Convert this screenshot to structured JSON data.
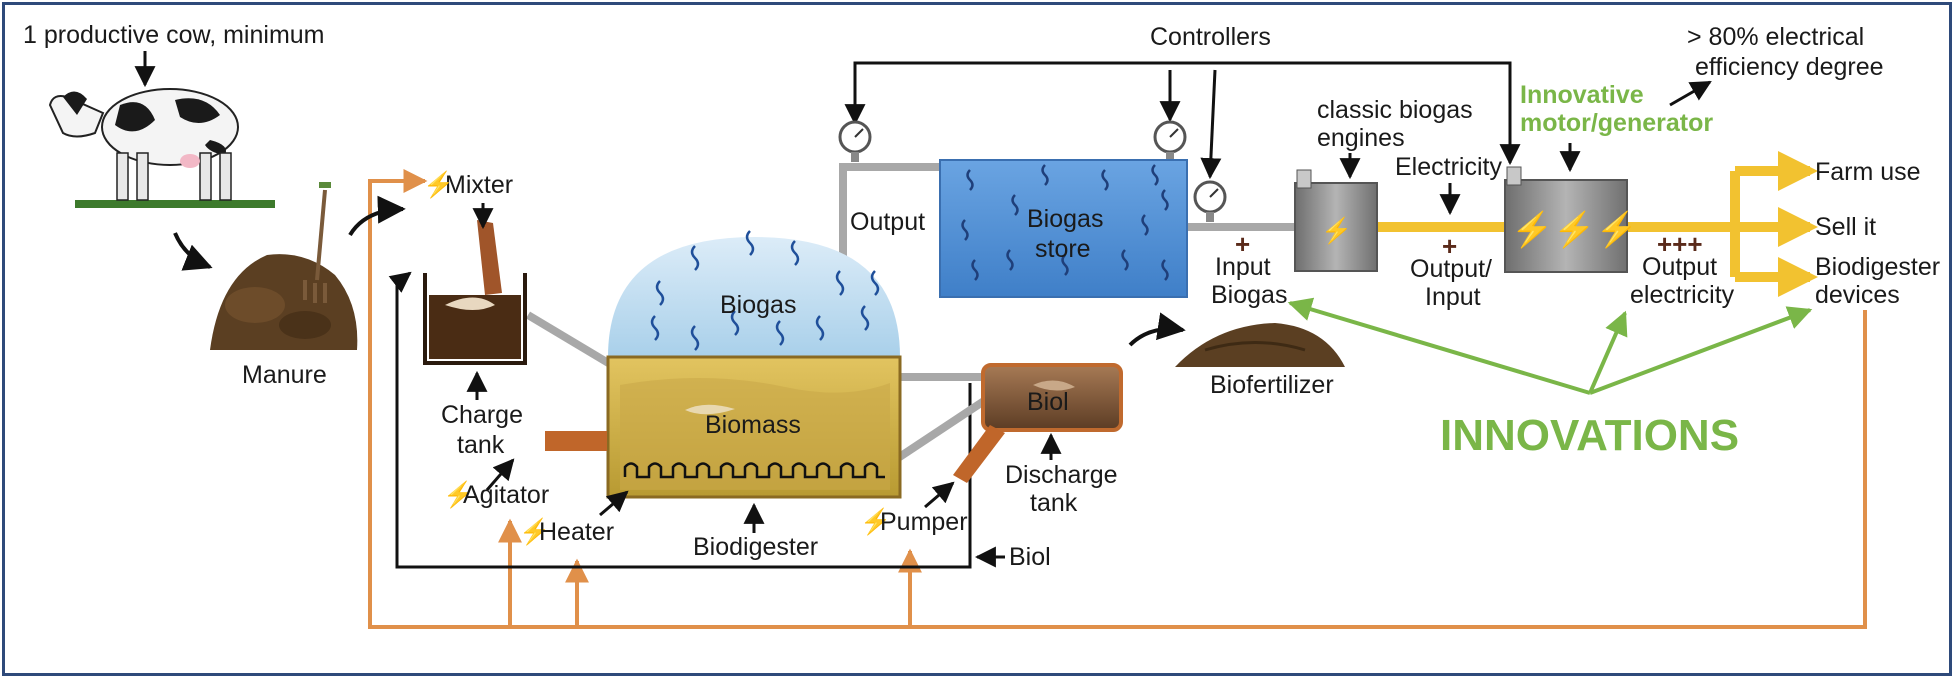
{
  "labels": {
    "cow_caption": "1 productive cow, minimum",
    "manure": "Manure",
    "mixter": "Mixter",
    "charge_tank_l1": "Charge",
    "charge_tank_l2": "tank",
    "agitator": "Agitator",
    "heater": "Heater",
    "biogas": "Biogas",
    "biomass": "Biomass",
    "biodigester": "Biodigester",
    "pumper": "Pumper",
    "biol_tank": "Biol",
    "biol_return": "Biol",
    "discharge_l1": "Discharge",
    "discharge_l2": "tank",
    "output": "Output",
    "store_l1": "Biogas",
    "store_l2": "store",
    "controllers": "Controllers",
    "input_biogas_l1": "Input",
    "input_biogas_l2": "Biogas",
    "plus_single": "+",
    "plus_triple": "+++",
    "biofertilizer": "Biofertilizer",
    "classic_l1": "classic biogas",
    "classic_l2": "engines",
    "electricity": "Electricity",
    "output_input_l1": "Output/",
    "output_input_l2": "Input",
    "innovative_l1": "Innovative",
    "innovative_l2": "motor/generator",
    "efficiency_l1": "> 80% electrical",
    "efficiency_l2": "efficiency degree",
    "output_elec_l1": "Output",
    "output_elec_l2": "electricity",
    "farm_use": "Farm use",
    "sell_it": "Sell it",
    "devices_l1": "Biodigester",
    "devices_l2": "devices",
    "innovations": "INNOVATIONS"
  },
  "colors": {
    "frame": "#2e4a7a",
    "green_accent": "#7ab648",
    "power_line": "#e0904a",
    "electric_bolt": "#f08a1c",
    "output_pipe": "#f2c230",
    "gas_pipe": "#a8a8a8",
    "biogas_store": "#4f8fd6"
  },
  "icons": [
    "cow-icon",
    "manure-pile-icon",
    "pitchfork-icon",
    "gauge-icon",
    "lightning-bolt-icon",
    "biofertilizer-pile-icon"
  ]
}
